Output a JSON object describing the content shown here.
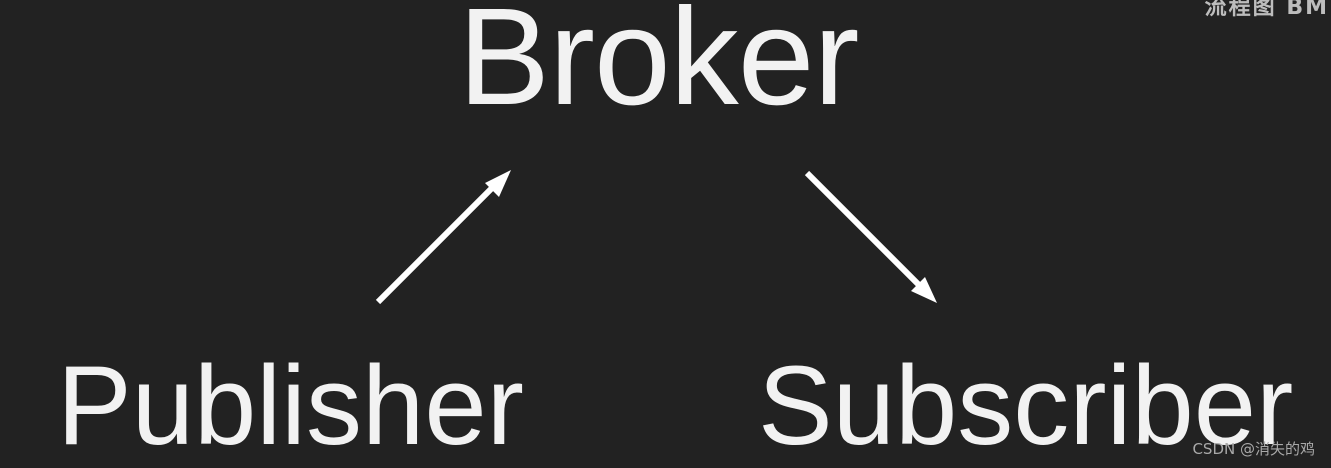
{
  "nodes": {
    "broker": "Broker",
    "publisher": "Publisher",
    "subscriber": "Subscriber"
  },
  "edges": [
    {
      "from": "Publisher",
      "to": "Broker"
    },
    {
      "from": "Broker",
      "to": "Subscriber"
    }
  ],
  "watermark": "CSDN @消失的鸡",
  "corner_fragment": "流程图 BM",
  "colors": {
    "background": "#222222",
    "text": "#f2f2f2",
    "arrow": "#ffffff",
    "watermark": "#a9a9a9"
  }
}
